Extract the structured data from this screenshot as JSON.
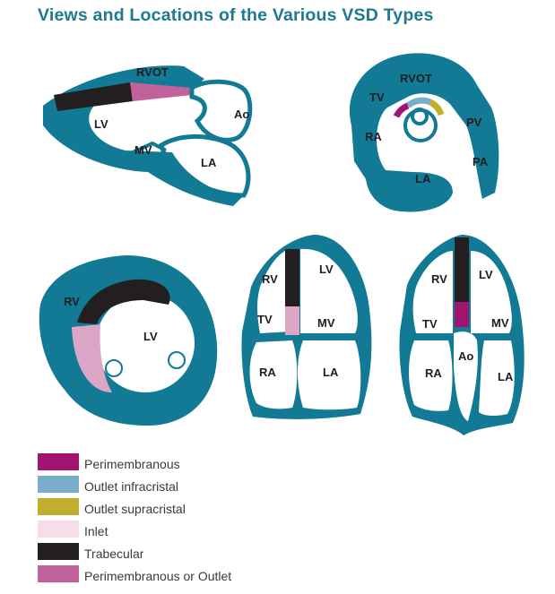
{
  "title": "Views and Locations of the Various VSD Types",
  "colors": {
    "wall": "#127a94",
    "perimembranous": "#a31471",
    "outlet_infracristal": "#78aec9",
    "outlet_supracristal": "#c1ae2c",
    "inlet": "#f5dde9",
    "trabecular": "#231f20",
    "perimembranous_or_outlet": "#c2629b",
    "inlet_region": "#dba6c6"
  },
  "diagram": {
    "long_axis": {
      "rvot": "RVOT",
      "lv": "LV",
      "mv": "MV",
      "ao": "Ao",
      "la": "LA"
    },
    "short_axis_great_vessels": {
      "tv": "TV",
      "rvot": "RVOT",
      "pv": "PV",
      "ra": "RA",
      "pa": "PA",
      "la": "LA"
    },
    "short_axis_ventricles": {
      "rv": "RV",
      "lv": "LV"
    },
    "four_chamber": {
      "rv": "RV",
      "lv": "LV",
      "tv": "TV",
      "mv": "MV",
      "ra": "RA",
      "la": "LA"
    },
    "five_chamber": {
      "rv": "RV",
      "lv": "LV",
      "tv": "TV",
      "mv": "MV",
      "ao": "Ao",
      "ra": "RA",
      "la": "LA"
    }
  },
  "legend": [
    {
      "label": "Perimembranous",
      "color": "#a31471"
    },
    {
      "label": "Outlet infracristal",
      "color": "#78aec9"
    },
    {
      "label": "Outlet supracristal",
      "color": "#c1ae2c"
    },
    {
      "label": "Inlet",
      "color": "#f5dde9"
    },
    {
      "label": "Trabecular",
      "color": "#231f20"
    },
    {
      "label": "Perimembranous or Outlet",
      "color": "#c2629b"
    }
  ]
}
